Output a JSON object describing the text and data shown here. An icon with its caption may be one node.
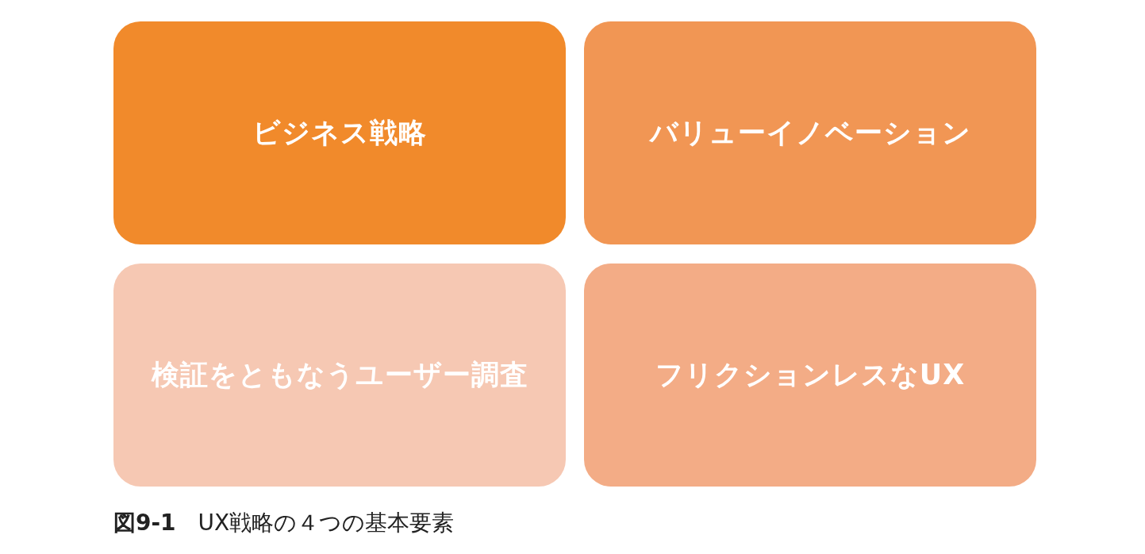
{
  "diagram": {
    "caption": "**図9-1**　UX戦略の４つの基本要素",
    "nodes": [
      {
        "text": [
          "ビジネス戦略"
        ]
      },
      {
        "text": [
          "バリューイノベーション"
        ]
      },
      {
        "text": [
          "検証をともなうユーザー調査"
        ]
      },
      {
        "text": [
          "フリクションレスなUX"
        ]
      }
    ]
  }
}
